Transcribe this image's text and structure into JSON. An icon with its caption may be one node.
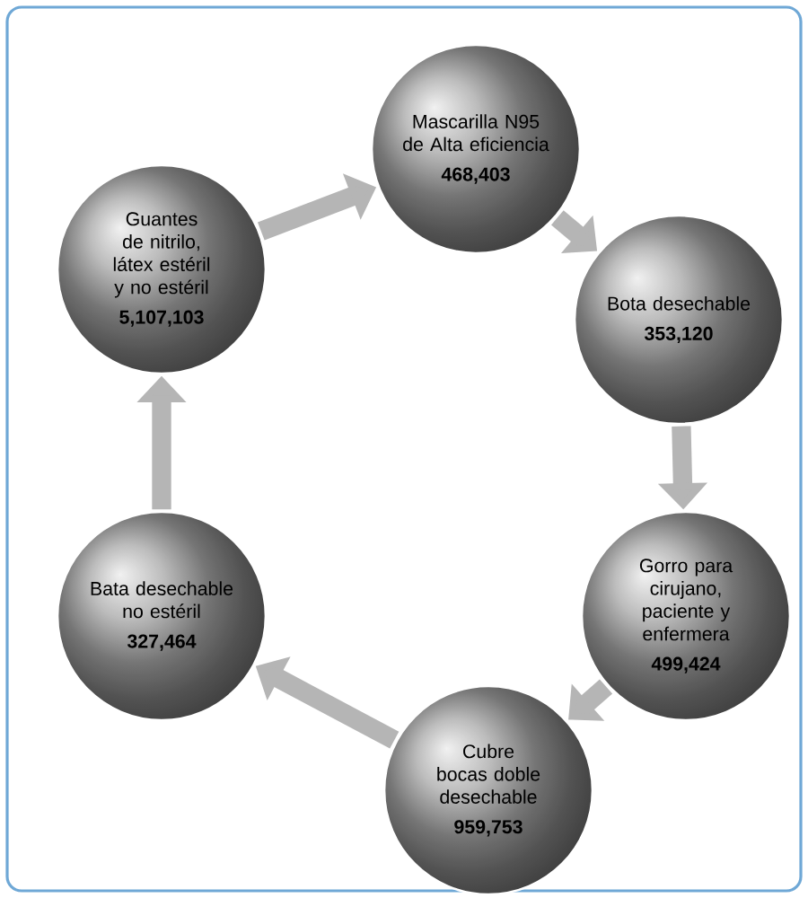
{
  "diagram": {
    "nodes": [
      {
        "text": [
          "Mascarilla N95 de Alta eficiencia",
          "468,403"
        ]
      },
      {
        "text": [
          "Bota desechable",
          "353,120"
        ]
      },
      {
        "text": [
          "Gorro para cirujano, paciente y enfermera",
          "499,424"
        ]
      },
      {
        "text": [
          "Cubre bocas doble desechable",
          "959,753"
        ]
      },
      {
        "text": [
          "Bata desechable no estéril",
          "327,464"
        ]
      },
      {
        "text": [
          "Guantes de nitrilo, látex estéril y no estéril",
          "5,107,103"
        ]
      }
    ],
    "edges": [
      {
        "from": 0,
        "to": 1,
        "arrow": "to"
      },
      {
        "from": 1,
        "to": 2,
        "arrow": "to"
      },
      {
        "from": 2,
        "to": 3,
        "arrow": "to"
      },
      {
        "from": 3,
        "to": 4,
        "arrow": "to"
      },
      {
        "from": 4,
        "to": 5,
        "arrow": "to"
      },
      {
        "from": 5,
        "to": 0,
        "arrow": "to"
      }
    ]
  }
}
